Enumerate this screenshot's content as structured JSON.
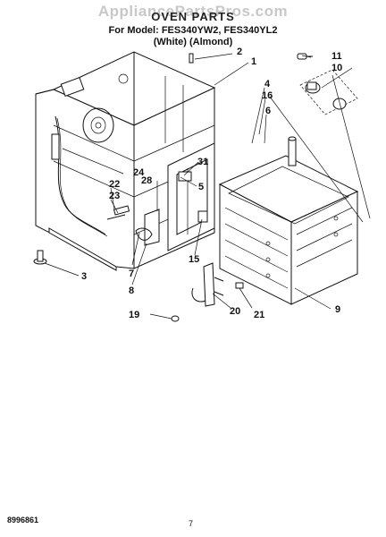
{
  "header": {
    "watermark": "AppliancePartsPros.com",
    "title": "OVEN PARTS",
    "models": "For Model: FES340YW2, FES340YL2",
    "colors": "(White)   (Almond)"
  },
  "callouts": [
    "1",
    "2",
    "3",
    "4",
    "5",
    "6",
    "7",
    "8",
    "9",
    "10",
    "11",
    "15",
    "16",
    "19",
    "20",
    "21",
    "22",
    "23",
    "24",
    "28",
    "31"
  ],
  "footer": {
    "doc_id": "8996861",
    "page": "7"
  }
}
